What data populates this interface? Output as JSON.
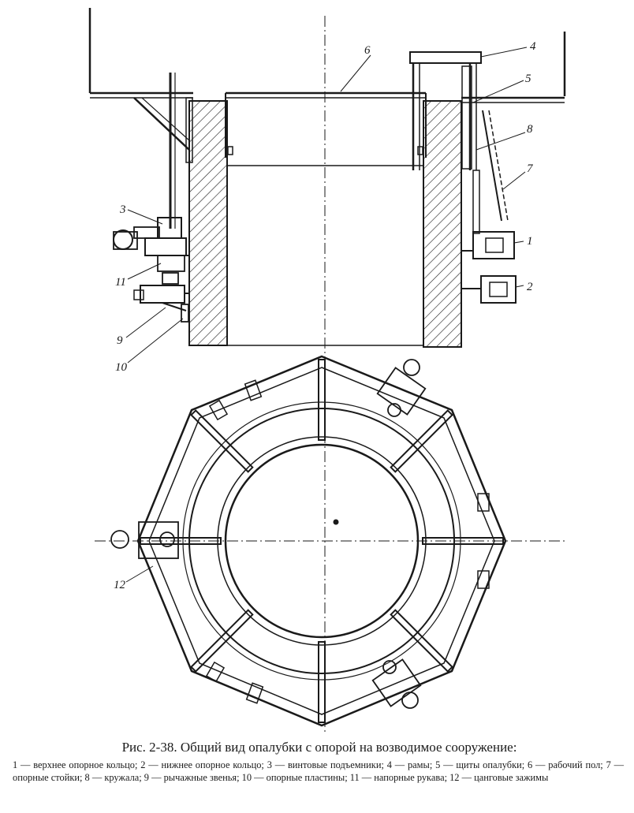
{
  "caption": {
    "title": "Рис. 2-38. Общий вид опалубки с опорой на возводимое сооружение:",
    "legend_line1": "1 — верхнее опорное кольцо; 2 — нижнее опорное кольцо; 3 — винтовые подъемники; 4 —",
    "legend_line2": "рамы; 5 — щиты опалубки; 6 — рабочий пол; 7 — опорные стойки; 8 — кружала; 9 — рычажные",
    "legend_line3": "звенья; 10 — опорные пластины; 11 — напорные рукава; 12 — цанговые зажимы"
  },
  "labels": {
    "n1": "1",
    "n2": "2",
    "n3": "3",
    "n4": "4",
    "n5": "5",
    "n6": "6",
    "n7": "7",
    "n8": "8",
    "n9": "9",
    "n10": "10",
    "n11": "11",
    "n12": "12"
  },
  "colors": {
    "ink": "#1a1a1a",
    "paper": "#ffffff"
  }
}
